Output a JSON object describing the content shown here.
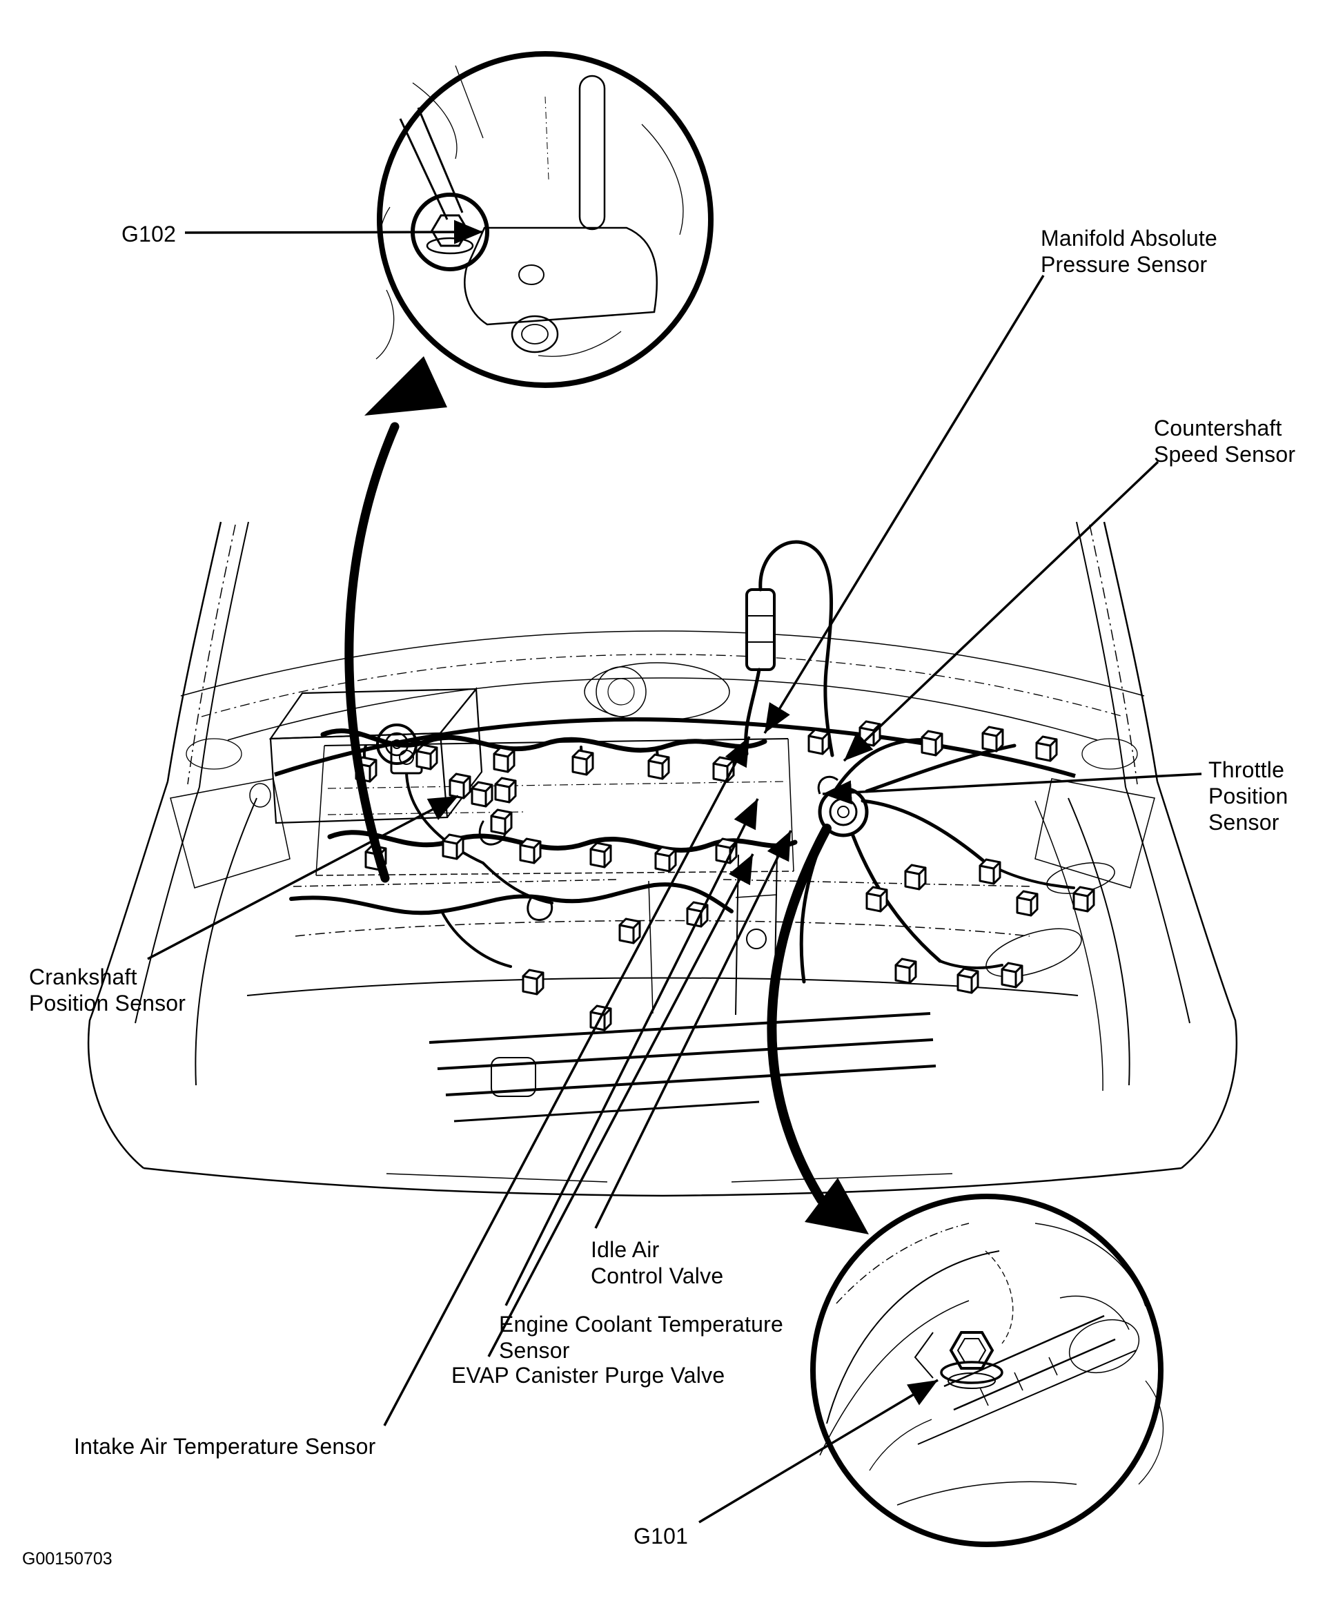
{
  "figure": {
    "code": "G00150703",
    "background": "#ffffff",
    "line_color": "#000000",
    "type": "engine-compartment-component-location-diagram"
  },
  "callouts": {
    "g102": {
      "label": "G102"
    },
    "map_sensor": {
      "line1": "Manifold Absolute",
      "line2": "Pressure Sensor"
    },
    "countershaft": {
      "line1": "Countershaft",
      "line2": "Speed Sensor"
    },
    "throttle": {
      "line1": "Throttle",
      "line2": "Position",
      "line3": "Sensor"
    },
    "crankshaft": {
      "line1": "Crankshaft",
      "line2": "Position Sensor"
    },
    "idle_air": {
      "line1": "Idle Air",
      "line2": "Control Valve"
    },
    "coolant": {
      "line1": "Engine Coolant Temperature",
      "line2": "Sensor"
    },
    "evap": {
      "label": "EVAP Canister Purge Valve"
    },
    "intake_air": {
      "label": "Intake Air Temperature Sensor"
    },
    "g101": {
      "label": "G101"
    }
  }
}
